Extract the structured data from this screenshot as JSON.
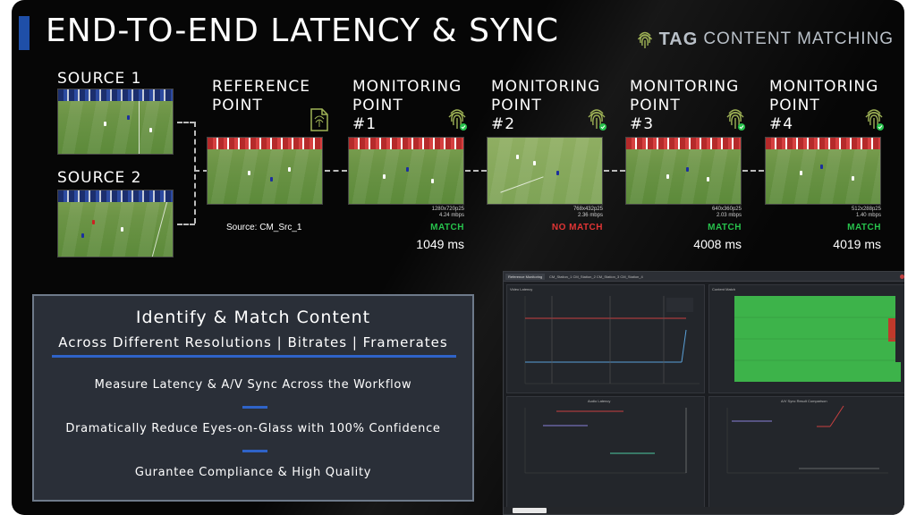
{
  "title": "END-TO-END LATENCY & SYNC",
  "brand": {
    "name": "TAG",
    "product": "CONTENT MATCHING"
  },
  "sources": [
    {
      "label": "SOURCE 1"
    },
    {
      "label": "SOURCE 2"
    }
  ],
  "reference": {
    "label_line1": "REFERENCE",
    "label_line2": "POINT",
    "caption": "Source: CM_Src_1"
  },
  "monitoring_points": [
    {
      "line1": "MONITORING",
      "line2": "POINT",
      "line3": "#1",
      "res": "1280x720p25",
      "bitrate": "4.24 mbps",
      "status": "MATCH",
      "latency": "1049 ms"
    },
    {
      "line1": "MONITORING",
      "line2": "POINT",
      "line3": "#2",
      "res": "768x432p25",
      "bitrate": "2.36 mbps",
      "status": "NO MATCH",
      "latency": ""
    },
    {
      "line1": "MONITORING",
      "line2": "POINT",
      "line3": "#3",
      "res": "640x360p25",
      "bitrate": "2.03 mbps",
      "status": "MATCH",
      "latency": "4008 ms"
    },
    {
      "line1": "MONITORING",
      "line2": "POINT",
      "line3": "#4",
      "res": "512x288p25",
      "bitrate": "1.40 mbps",
      "status": "MATCH",
      "latency": "4019 ms"
    }
  ],
  "info": {
    "title": "Identify & Match Content",
    "subtitle": "Across Different Resolutions  |  Bitrates  |  Framerates",
    "points": [
      "Measure Latency & A/V Sync Across the Workflow",
      "Dramatically Reduce Eyes-on-Glass with 100% Confidence",
      "Gurantee Compliance & High Quality"
    ]
  },
  "colors": {
    "match": "#27c24c",
    "no_match": "#e23535",
    "accent": "#2f63c8",
    "dash_green": "#3db34a",
    "dash_red": "#c0392b"
  },
  "dashboard": {
    "tabs": [
      "Reference Monitoring",
      "CM_Station_1 CM_Station_2 CM_Station_3 CM_Station_4"
    ],
    "panes": [
      "Video Latency",
      "Content Match",
      "Audio Latency",
      "A/V Sync Result Comparison"
    ]
  }
}
